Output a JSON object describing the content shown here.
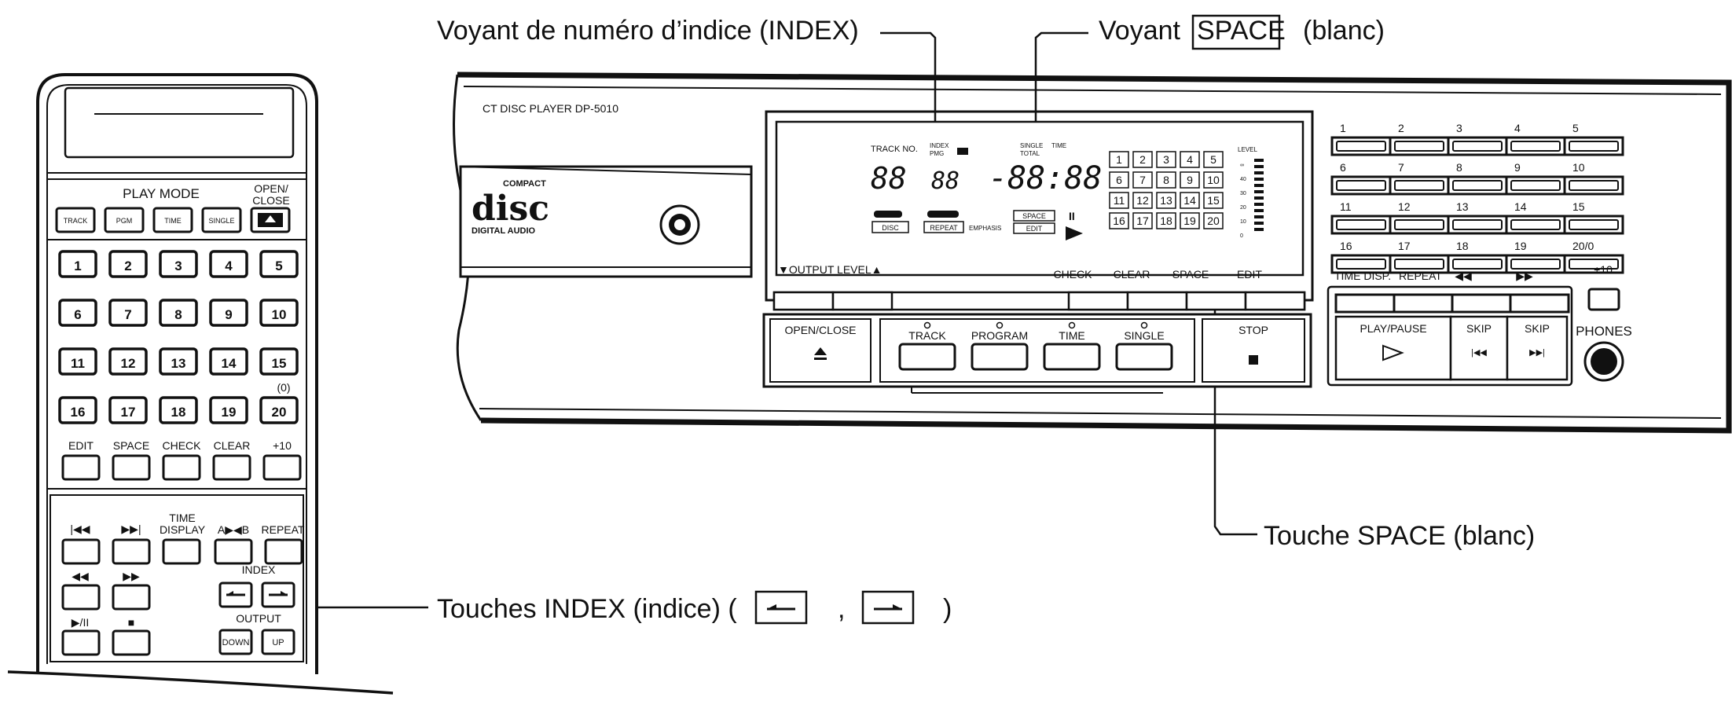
{
  "callouts": {
    "index_indicator": "Voyant de numéro d’indice (INDEX)",
    "space_indicator_prefix": "Voyant",
    "space_indicator_boxed": "SPACE",
    "space_indicator_suffix": "(blanc)",
    "space_key": "Touche SPACE (blanc)",
    "index_keys_prefix": "Touches INDEX (indice) (",
    "index_keys_sep": ",",
    "index_keys_suffix": ")"
  },
  "remote": {
    "play_mode_label": "PLAY MODE",
    "open_close_label_1": "OPEN/",
    "open_close_label_2": "CLOSE",
    "mode_buttons": [
      "TRACK",
      "PGM",
      "TIME",
      "SINGLE"
    ],
    "number_buttons": [
      "1",
      "2",
      "3",
      "4",
      "5",
      "6",
      "7",
      "8",
      "9",
      "10",
      "11",
      "12",
      "13",
      "14",
      "15",
      "16",
      "17",
      "18",
      "19",
      "20"
    ],
    "button_20_sub": "(0)",
    "edit_row_labels": [
      "EDIT",
      "SPACE",
      "CHECK",
      "CLEAR",
      "+10"
    ],
    "time_display_1": "TIME",
    "time_display_2": "DISPLAY",
    "ab_label": "A▶◀B",
    "repeat_label": "REPEAT",
    "index_label": "INDEX",
    "output_label": "OUTPUT",
    "output_down": "DOWN",
    "output_up": "UP"
  },
  "player": {
    "model": "CT DISC PLAYER DP-5010",
    "logo_line1": "COMPACT",
    "logo_main": "disc",
    "logo_line2": "DIGITAL AUDIO",
    "display": {
      "track_no": "TRACK  NO.",
      "index": "INDEX",
      "pmg": "PMG",
      "single": "SINGLE",
      "total": "TOTAL",
      "time": "TIME",
      "digits_track": "88",
      "digits_index": "88",
      "digits_time": "-88:88",
      "level": "LEVEL",
      "level_marks": [
        "∞",
        "40",
        "30",
        "20",
        "10",
        "0"
      ],
      "disc": "DISC",
      "repeat": "REPEAT",
      "emphasis": "EMPHASIS",
      "space": "SPACE",
      "edit": "EDIT",
      "grid": [
        "1",
        "2",
        "3",
        "4",
        "5",
        "6",
        "7",
        "8",
        "9",
        "10",
        "11",
        "12",
        "13",
        "14",
        "15",
        "16",
        "17",
        "18",
        "19",
        "20"
      ]
    },
    "output_level": "▼OUTPUT LEVEL▲",
    "under_display": [
      "CHECK",
      "CLEAR",
      "SPACE",
      "EDIT"
    ],
    "open_close": "OPEN/CLOSE",
    "mode_buttons": [
      "TRACK",
      "PROGRAM",
      "TIME",
      "SINGLE"
    ],
    "stop": "STOP",
    "direct_keys": [
      "1",
      "2",
      "3",
      "4",
      "5",
      "6",
      "7",
      "8",
      "9",
      "10",
      "11",
      "12",
      "13",
      "14",
      "15",
      "16",
      "17",
      "18",
      "19",
      "20/0"
    ],
    "time_disp": "TIME DISP.",
    "repeat": "REPEAT",
    "plus10": "+10",
    "play_pause": "PLAY/PAUSE",
    "skip": "SKIP",
    "phones": "PHONES"
  }
}
